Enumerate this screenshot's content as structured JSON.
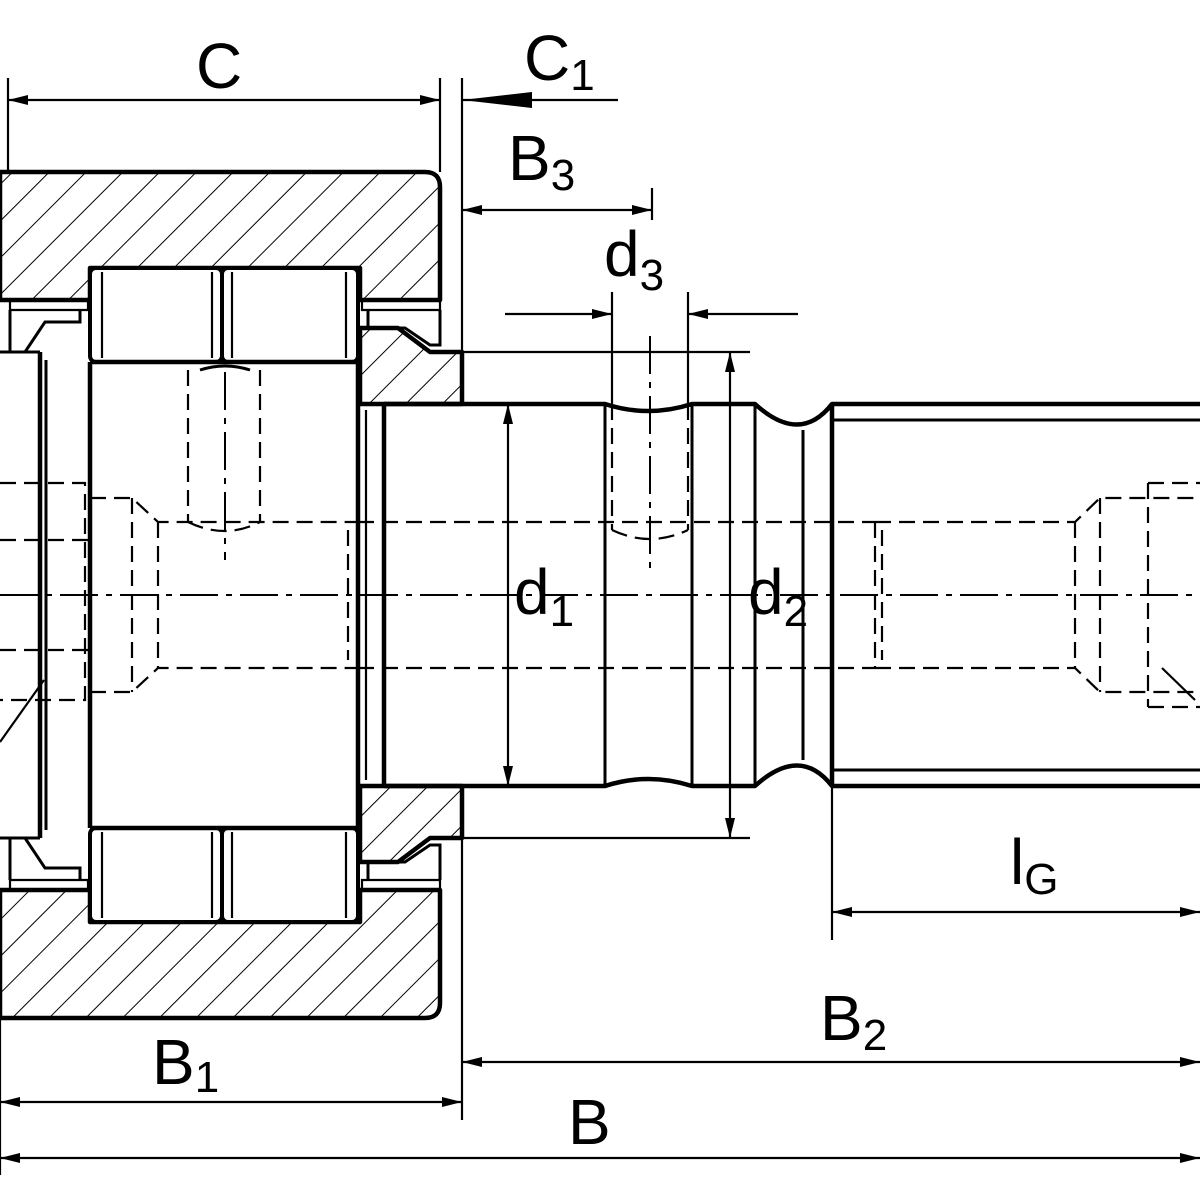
{
  "diagram": {
    "labels": {
      "C": "C",
      "C1_main": "C",
      "C1_sub": "1",
      "B3_main": "B",
      "B3_sub": "3",
      "d3_main": "d",
      "d3_sub": "3",
      "d1_main": "d",
      "d1_sub": "1",
      "d2_main": "d",
      "d2_sub": "2",
      "lG_main": "l",
      "lG_sub": "G",
      "B2_main": "B",
      "B2_sub": "2",
      "B1_main": "B",
      "B1_sub": "1",
      "B": "B"
    },
    "colors": {
      "line": "#000000",
      "background": "#ffffff"
    }
  }
}
